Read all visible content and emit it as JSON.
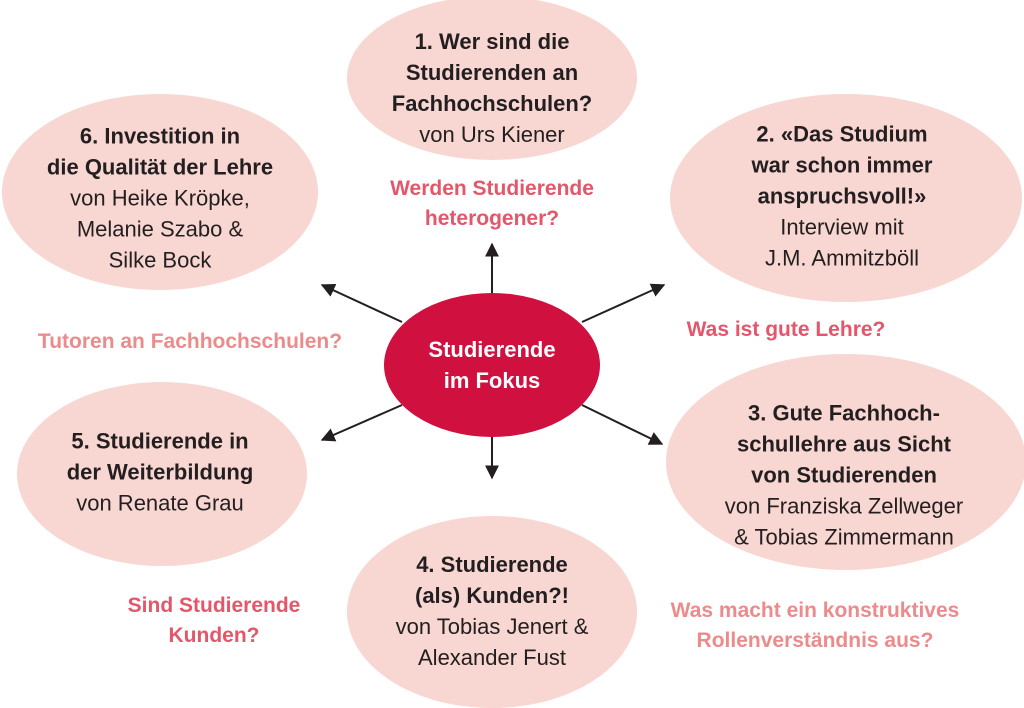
{
  "colors": {
    "center": "#d0103f",
    "bubble": "#f8d6d1",
    "question": "#e4566a",
    "question_light": "#ec8b8b",
    "arrow": "#231f20"
  },
  "center": {
    "lines": [
      "Studierende",
      "im Fokus"
    ]
  },
  "topics": [
    {
      "title": [
        "1. Wer sind die",
        "Studierenden an",
        "Fachhochschulen?"
      ],
      "authors": [
        "von Urs Kiener"
      ]
    },
    {
      "title": [
        "2. «Das Studium",
        "war schon immer",
        "anspruchsvoll!»"
      ],
      "authors": [
        "Interview mit",
        "J.M. Ammitzböll"
      ]
    },
    {
      "title": [
        "3. Gute Fachhoch-",
        "schullehre aus Sicht",
        "von Studierenden"
      ],
      "authors": [
        "von Franziska Zellweger",
        "& Tobias Zimmermann"
      ]
    },
    {
      "title": [
        "4. Studierende",
        "(als) Kunden?!"
      ],
      "authors": [
        "von Tobias Jenert &",
        "Alexander Fust"
      ]
    },
    {
      "title": [
        "5. Studierende in",
        "der Weiterbildung"
      ],
      "authors": [
        "von Renate Grau"
      ]
    },
    {
      "title": [
        "6. Investition in",
        "die Qualität der Lehre"
      ],
      "authors": [
        "von Heike Kröpke,",
        "Melanie Szabo &",
        "Silke Bock"
      ]
    }
  ],
  "questions": [
    {
      "lines": [
        "Werden Studierende",
        "heterogener?"
      ]
    },
    {
      "lines": [
        "Was ist gute Lehre?"
      ]
    },
    {
      "lines": [
        "Was macht ein konstruktives",
        "Rollenverständnis aus?"
      ]
    },
    {
      "lines": [
        "Sind Studierende",
        "Kunden?"
      ]
    },
    {
      "lines": [
        "Tutoren an Fachhochschulen?"
      ]
    }
  ]
}
